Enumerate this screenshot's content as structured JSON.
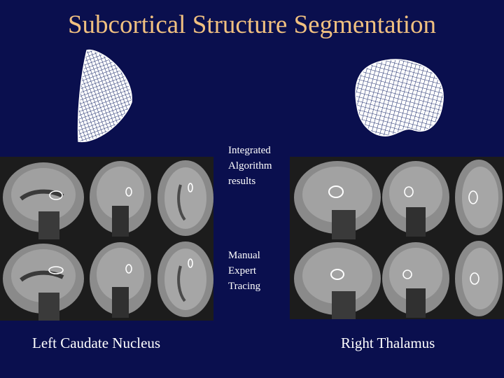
{
  "title": "Subcortical Structure Segmentation",
  "labels": {
    "integrated": [
      "Integrated",
      "Algorithm",
      "results"
    ],
    "manual": [
      "Manual",
      "Expert",
      "Tracing"
    ]
  },
  "captions": {
    "left": "Left Caudate Nucleus",
    "right": "Right Thalamus"
  }
}
